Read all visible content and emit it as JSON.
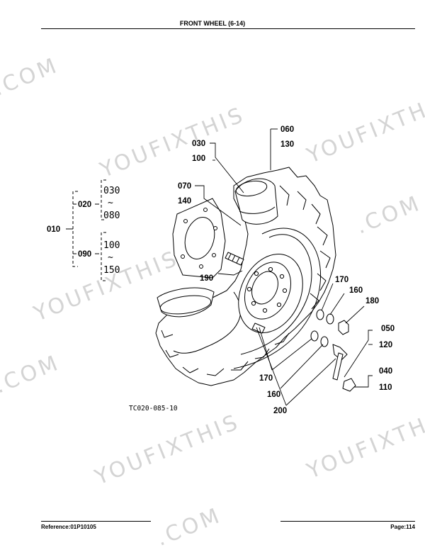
{
  "header": {
    "title": "FRONT WHEEL (6-14)"
  },
  "footer": {
    "reference": "Reference:01P10105",
    "page": "Page:114"
  },
  "watermark": {
    "text": "YOUFIXTHIS",
    "text_com": ".COM"
  },
  "figure": {
    "code": "TC020-085-10"
  },
  "assembly": {
    "root": "010",
    "groups": [
      {
        "code": "020",
        "from": "030",
        "tilde": "~",
        "to": "080"
      },
      {
        "code": "090",
        "from": "100",
        "tilde": "~",
        "to": "150"
      }
    ]
  },
  "callouts": {
    "c030": "030",
    "c100": "100",
    "c060": "060",
    "c130": "130",
    "c070": "070",
    "c140": "140",
    "c190": "190",
    "c170a": "170",
    "c160a": "160",
    "c180": "180",
    "c050": "050",
    "c120": "120",
    "c040": "040",
    "c110": "110",
    "c170b": "170",
    "c160b": "160",
    "c200": "200"
  }
}
